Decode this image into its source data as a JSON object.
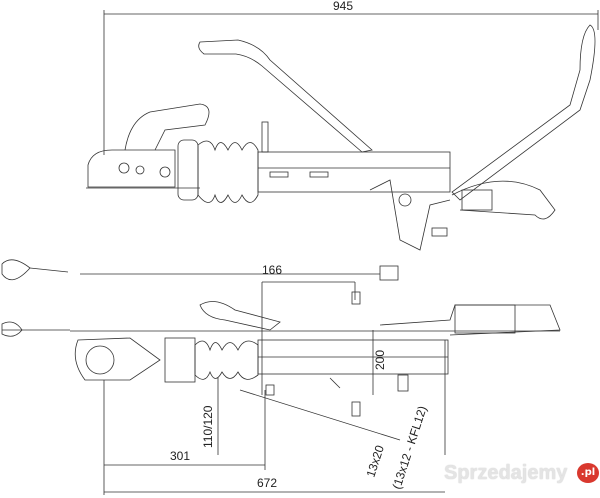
{
  "dimensions": {
    "overall_length": "945",
    "spacing_top": "166",
    "height_200": "200",
    "bolt_spacing": "110/120",
    "offset_301": "301",
    "length_672": "672",
    "bolt_size": "13x20",
    "bolt_size_alt": "(13x12 - KFL12)"
  },
  "watermark": {
    "text": "Sprzedajemy",
    "badge": ".pl",
    "badge_color": "#d9382e"
  }
}
